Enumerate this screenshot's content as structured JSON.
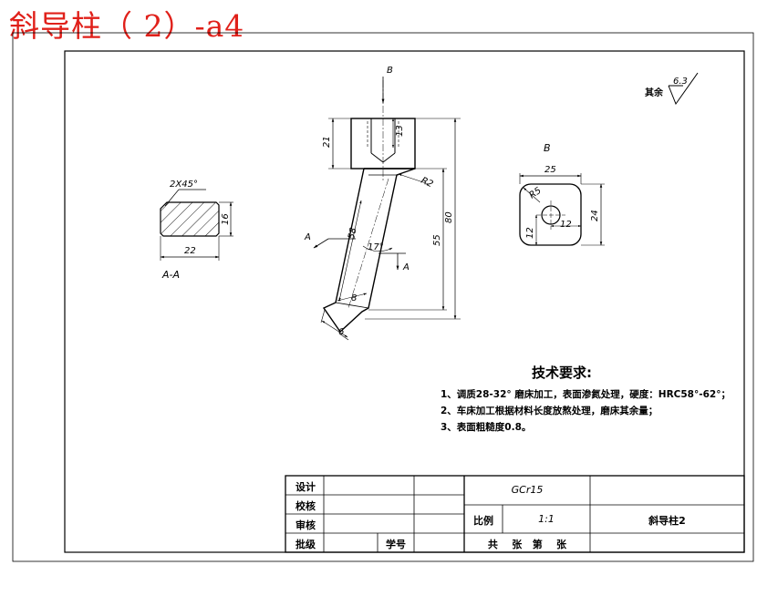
{
  "headline": "斜导柱（ 2）-a4",
  "drawing": {
    "section_label": "A-A",
    "view_label_b": "B",
    "arrow_labels": {
      "a": "A",
      "b": "B"
    },
    "roughness": {
      "label": "其余",
      "value": "6.3"
    },
    "dims_section": {
      "chamfer": "2X45°",
      "width": "22",
      "height": "16"
    },
    "dims_main": {
      "d21": "21",
      "d13": "13",
      "d80": "80",
      "d55": "55",
      "d58": "58",
      "angle": "17°",
      "r2": "R2",
      "d8": "8",
      "d6": "6"
    },
    "dims_view_b": {
      "width": "25",
      "height": "24",
      "r5": "R5",
      "d12a": "12",
      "d12b": "12"
    }
  },
  "notes": {
    "title": "技术要求:",
    "lines": [
      "1、调质28-32°  磨床加工，表面渗氮处理，硬度：HRC58°-62°；",
      "2、车床加工根据材料长度放熬处理，磨床其余量；",
      "3、表面粗糙度0.8。"
    ]
  },
  "title_block": {
    "design": "设计",
    "check": "校核",
    "review": "审核",
    "approve": "批级",
    "label_serial": "学号",
    "material": "GCr15",
    "scale_label": "比例",
    "scale_value": "1:1",
    "part_name": "斜导柱2",
    "sheets": "共    张   第    张"
  }
}
